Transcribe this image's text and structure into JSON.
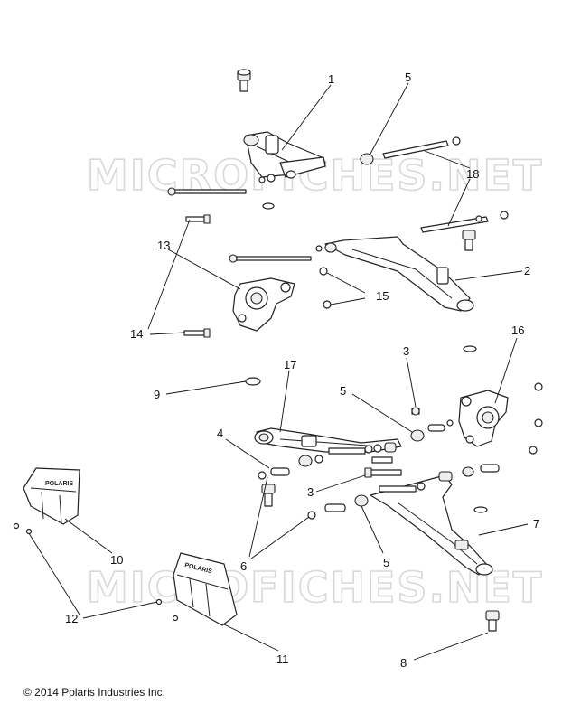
{
  "watermark": "MICROFICHES.NET",
  "copyright": "© 2014 Polaris Industries Inc.",
  "guard_logo": "POLARIS",
  "callouts": {
    "c1": "1",
    "c2": "2",
    "c3a": "3",
    "c3b": "3",
    "c4": "4",
    "c5a": "5",
    "c5b": "5",
    "c5c": "5",
    "c6": "6",
    "c7": "7",
    "c8": "8",
    "c9": "9",
    "c10": "10",
    "c11": "11",
    "c12": "12",
    "c13": "13",
    "c14": "14",
    "c15": "15",
    "c16": "16",
    "c17": "17",
    "c18": "18"
  }
}
